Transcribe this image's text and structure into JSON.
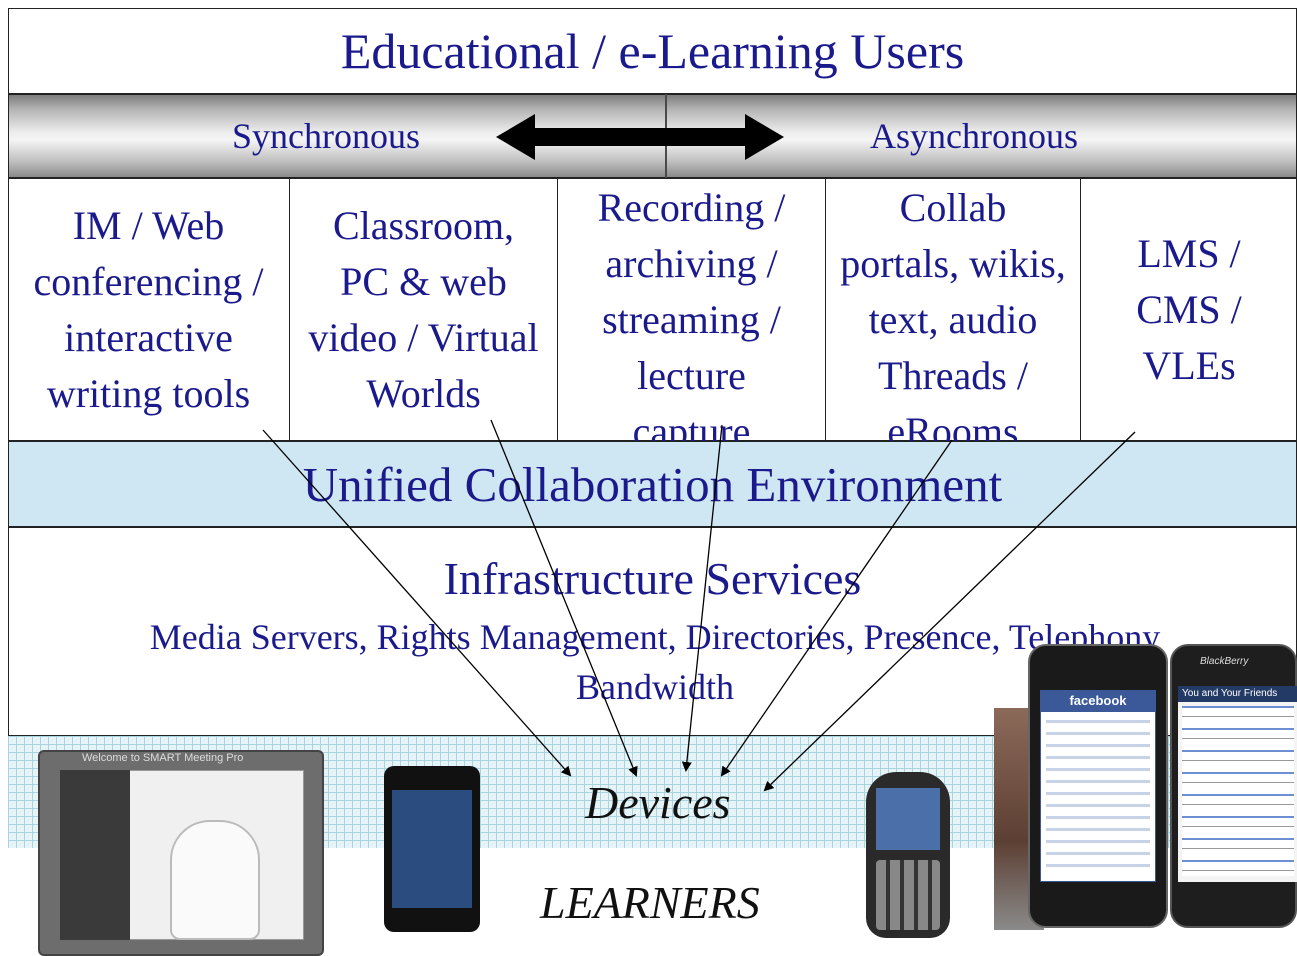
{
  "header": {
    "title": "Educational / e-Learning Users"
  },
  "modes": {
    "left": "Synchronous",
    "right": "Asynchronous"
  },
  "categories": [
    {
      "text": "IM / Web\nconferencing /\ninteractive\nwriting tools"
    },
    {
      "text": "Classroom,\nPC & web\nvideo / Virtual\nWorlds"
    },
    {
      "text": "Recording /\narchiving /\nstreaming /\nlecture\ncapture"
    },
    {
      "text": "Collab\nportals, wikis,\ntext, audio\nThreads /\neRooms"
    },
    {
      "text": "LMS /\nCMS /\nVLEs"
    }
  ],
  "unified": {
    "title": "Unified Collaboration Environment"
  },
  "infrastructure": {
    "title": "Infrastructure Services",
    "subtitle": "Media Servers, Rights Management, Directories, Presence, Telephony\nBandwidth"
  },
  "devices_label": "Devices",
  "learners_label": "LEARNERS",
  "screens": {
    "smart_title": "Welcome to SMART Meeting Pro",
    "facebook": "facebook",
    "blackberry": "BlackBerry",
    "bb_header": "You and Your Friends"
  },
  "colors": {
    "text": "#1a1a8c",
    "unified_band": "#cfe6f3",
    "grid": "#a8d4e0"
  }
}
